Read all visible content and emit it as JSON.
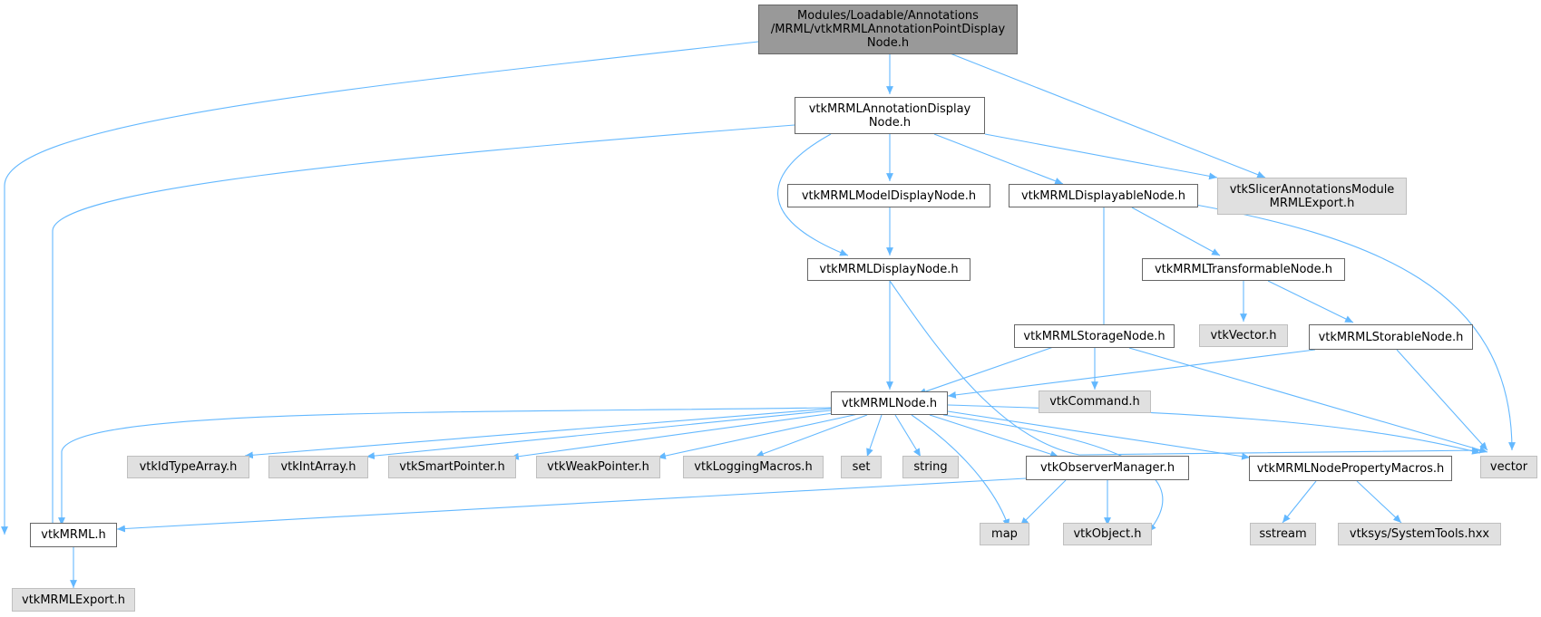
{
  "colors": {
    "edge": "#63b8ff",
    "root_fill": "#999999",
    "external_fill": "#e0e0e0",
    "node_border": "#666666"
  },
  "nodes": {
    "root": "Modules/Loadable/Annotations\n/MRML/vtkMRMLAnnotationPointDisplay\nNode.h",
    "annotation_display": "vtkMRMLAnnotationDisplay\nNode.h",
    "slicer_export": "vtkSlicerAnnotationsModule\nMRMLExport.h",
    "model_display": "vtkMRMLModelDisplayNode.h",
    "displayable": "vtkMRMLDisplayableNode.h",
    "display": "vtkMRMLDisplayNode.h",
    "transformable": "vtkMRMLTransformableNode.h",
    "vtk_vector": "vtkVector.h",
    "storable": "vtkMRMLStorableNode.h",
    "storage": "vtkMRMLStorageNode.h",
    "vtk_command": "vtkCommand.h",
    "mrml_node": "vtkMRMLNode.h",
    "id_type_array": "vtkIdTypeArray.h",
    "int_array": "vtkIntArray.h",
    "smart_pointer": "vtkSmartPointer.h",
    "weak_pointer": "vtkWeakPointer.h",
    "logging_macros": "vtkLoggingMacros.h",
    "set": "set",
    "string": "string",
    "observer_manager": "vtkObserverManager.h",
    "property_macros": "vtkMRMLNodePropertyMacros.h",
    "vector": "vector",
    "vtk_mrml": "vtkMRML.h",
    "map": "map",
    "vtk_object": "vtkObject.h",
    "sstream": "sstream",
    "system_tools": "vtksys/SystemTools.hxx",
    "mrml_export": "vtkMRMLExport.h"
  }
}
